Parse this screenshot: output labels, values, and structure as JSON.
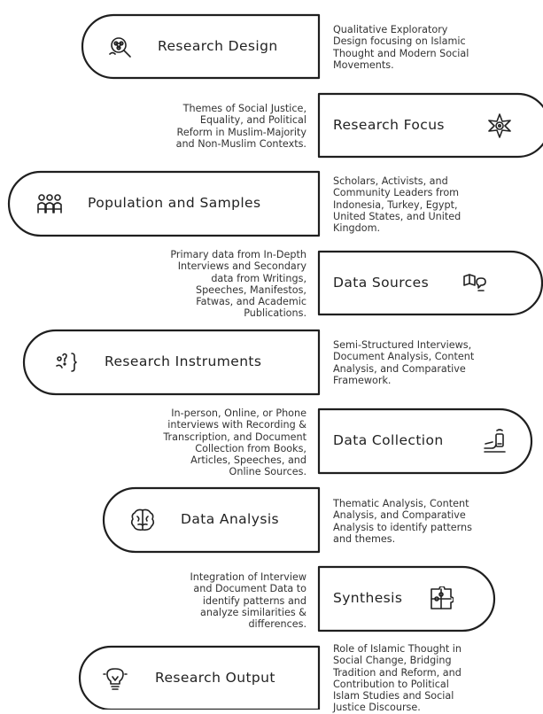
{
  "stages": [
    {
      "label": "Research Design",
      "icon": "magnifier-network-icon",
      "description": [
        "Qualitative Exploratory",
        "Design focusing on Islamic",
        "Thought and Modern Social",
        "Movements."
      ]
    },
    {
      "label": "Research Focus",
      "icon": "target-star-icon",
      "description": [
        "Themes of Social Justice,",
        "Equality, and Political",
        "Reform in Muslim-Majority",
        "and Non-Muslim Contexts."
      ]
    },
    {
      "label": "Population and Samples",
      "icon": "people-group-icon",
      "description": [
        "Scholars, Activists, and",
        "Community Leaders from",
        "Indonesia, Turkey, Egypt,",
        "United States, and United",
        "Kingdom."
      ]
    },
    {
      "label": "Data Sources",
      "icon": "book-chat-icon",
      "description": [
        "Primary data from In-Depth",
        "Interviews and Secondary",
        "data from Writings,",
        "Speeches, Manifestos,",
        "Fatwas, and Academic",
        "Publications."
      ]
    },
    {
      "label": "Research Instruments",
      "icon": "person-brackets-icon",
      "description": [
        "Semi-Structured Interviews,",
        "Document Analysis, Content",
        "Analysis, and Comparative",
        "Framework."
      ]
    },
    {
      "label": "Data Collection",
      "icon": "hand-phone-icon",
      "description": [
        "In-person, Online, or Phone",
        "interviews with Recording &",
        "Transcription, and Document",
        "Collection from Books,",
        "Articles, Speeches, and",
        "Online Sources."
      ]
    },
    {
      "label": "Data Analysis",
      "icon": "brain-icon",
      "description": [
        "Thematic Analysis, Content",
        "Analysis, and Comparative",
        "Analysis to identify patterns",
        "and themes."
      ]
    },
    {
      "label": "Synthesis",
      "icon": "puzzle-icon",
      "description": [
        "Integration of Interview",
        "and Document Data to",
        "identify patterns and",
        "analyze similarities &",
        "differences."
      ]
    },
    {
      "label": "Research Output",
      "icon": "lightbulb-icon",
      "description": [
        "Role of Islamic Thought in",
        "Social Change, Bridging",
        "Tradition and Reform, and",
        "Contribution to Political",
        "Islam Studies and Social",
        "Justice Discourse."
      ]
    }
  ]
}
